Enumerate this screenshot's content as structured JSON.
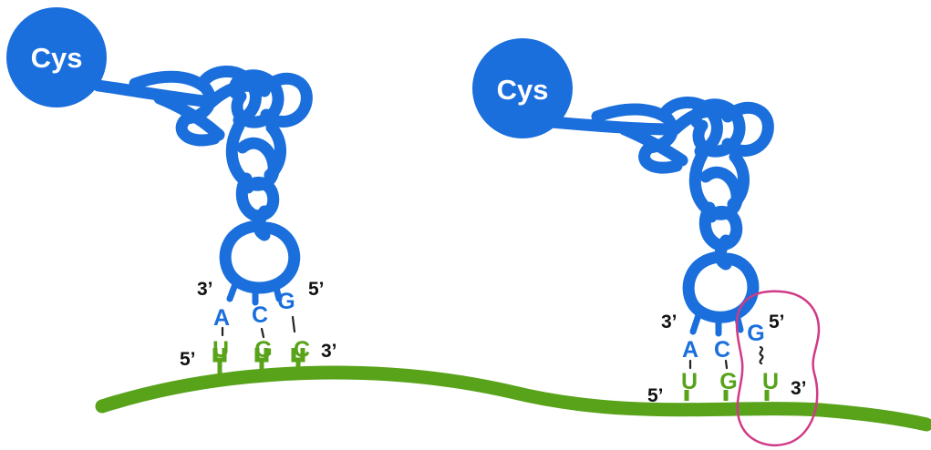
{
  "colors": {
    "trna": "#1a6fdc",
    "mrna": "#58a31a",
    "highlight": "#d03a86",
    "end_label": "#111111",
    "amino_acid_text": "#ffffff"
  },
  "panels": [
    {
      "id": "left",
      "amino_acid": "Cys",
      "anticodon": [
        "A",
        "C",
        "G"
      ],
      "codon": [
        "U",
        "G",
        "C"
      ],
      "trna_3_end": "3’",
      "trna_5_end": "5’",
      "mrna_5_end": "5’",
      "mrna_3_end": "3’"
    },
    {
      "id": "right",
      "amino_acid": "Cys",
      "anticodon": [
        "A",
        "C",
        "G"
      ],
      "codon": [
        "U",
        "G",
        "U"
      ],
      "trna_3_end": "3’",
      "trna_5_end": "5’",
      "mrna_5_end": "5’",
      "mrna_3_end": "3’",
      "wobble_highlighted": true
    }
  ]
}
